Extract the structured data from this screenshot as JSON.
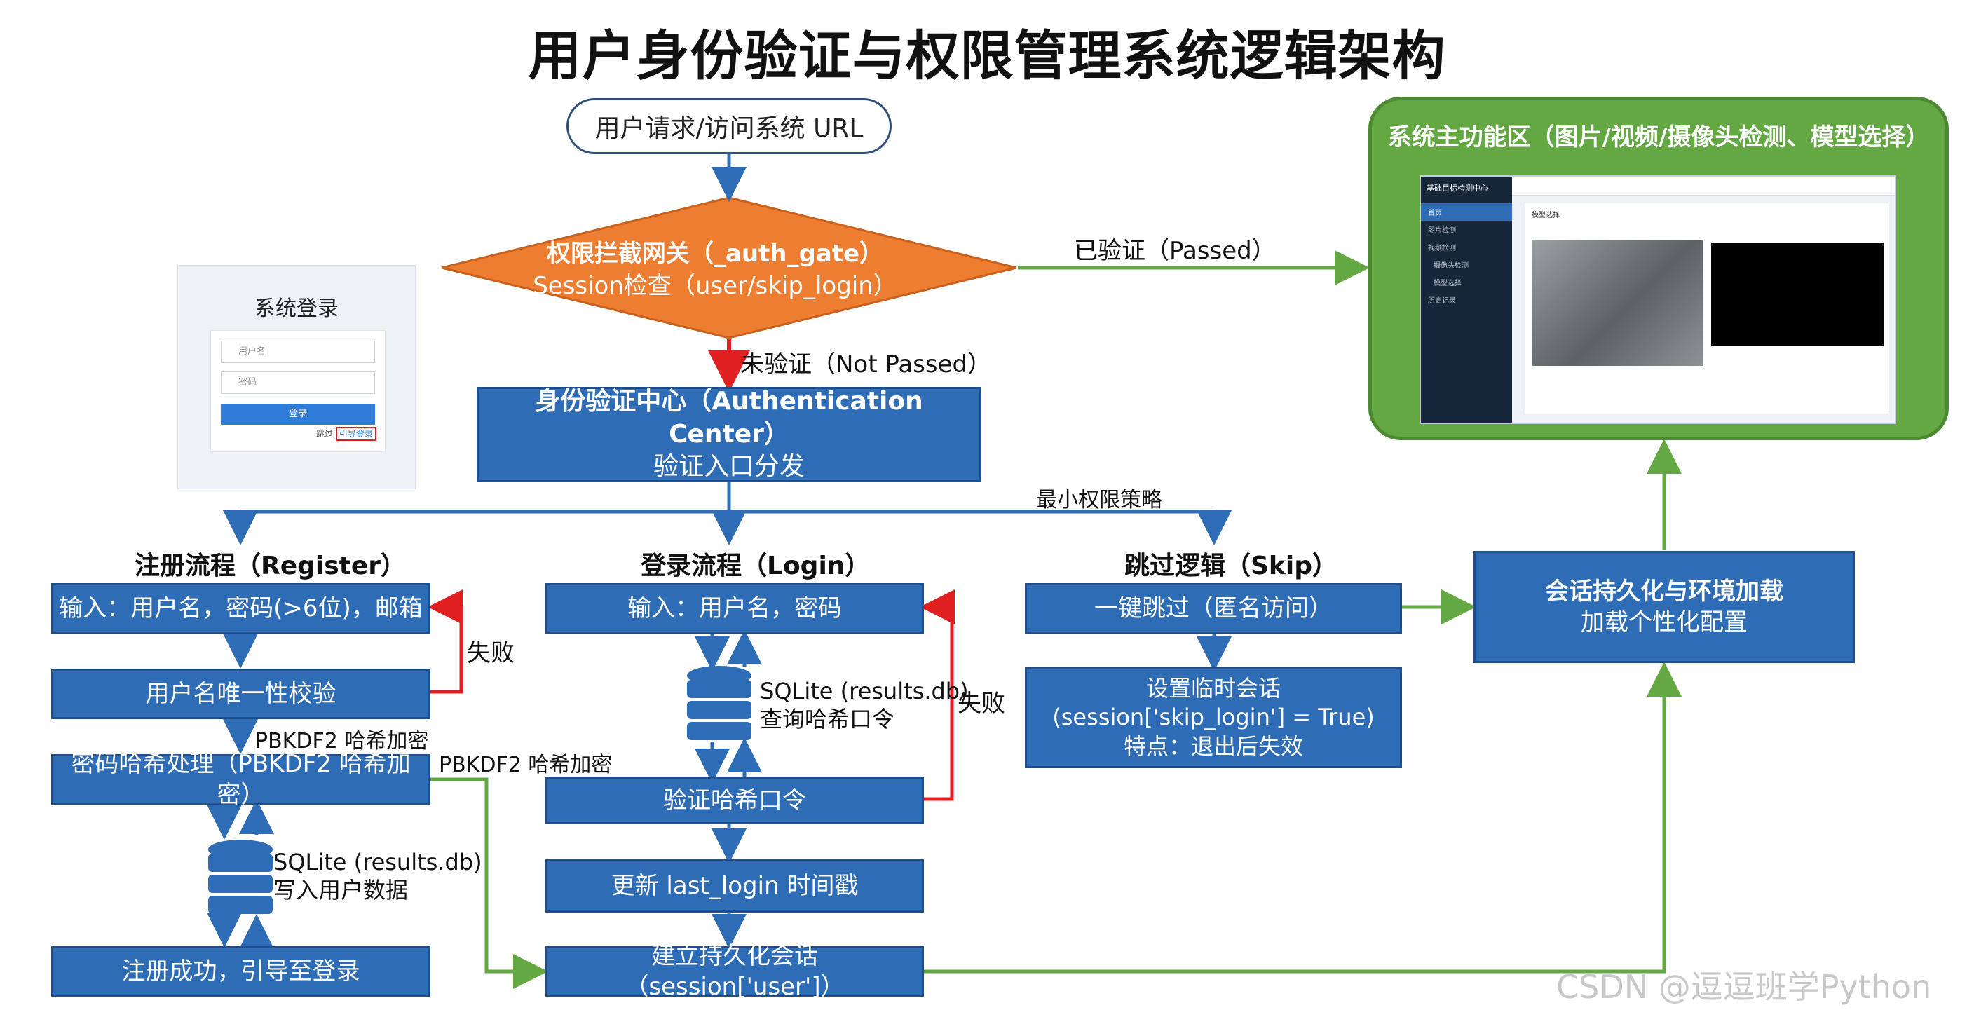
{
  "title": "用户身份验证与权限管理系统逻辑架构",
  "start": "用户请求/访问系统 URL",
  "gate": {
    "line1": "权限拦截网关（_auth_gate）",
    "line2": "Session检查（user/skip_login）"
  },
  "passed_label": "已验证（Passed）",
  "not_passed_label": "未验证（Not Passed）",
  "auth_center": {
    "line1": "身份验证中心（Authentication Center）",
    "line2": "验证入口分发"
  },
  "min_priv_label": "最小权限策略",
  "register": {
    "header": "注册流程（Register）",
    "input": "输入：用户名，密码(>6位)，邮箱",
    "check": "用户名唯一性校验",
    "hash_label": "PBKDF2 哈希加密",
    "hash": "密码哈希处理（PBKDF2 哈希加密）",
    "db_line1": "SQLite (results.db)",
    "db_line2": "写入用户数据",
    "success": "注册成功，引导至登录",
    "fail_label": "失败"
  },
  "login": {
    "header": "登录流程（Login）",
    "input": "输入：用户名，密码",
    "db_line1": "SQLite (results.db)",
    "db_line2": "查询哈希口令",
    "verify": "验证哈希口令",
    "update": "更新 last_login 时间戳",
    "session": "建立持久化会话（session['user']）",
    "fail_label": "失败"
  },
  "side_label": "PBKDF2 哈希加密",
  "skip": {
    "header": "跳过逻辑（Skip）",
    "one_click": "一键跳过（匿名访问）",
    "temp_line1": "设置临时会话",
    "temp_line2": "(session['skip_login'] = True)",
    "temp_line3": "特点：退出后失效"
  },
  "persist": {
    "line1": "会话持久化与环境加载",
    "line2": "加载个性化配置"
  },
  "main_area": {
    "title": "系统主功能区（图片/视频/摄像头检测、模型选择）",
    "app_name": "基础目标检测中心",
    "menu": [
      "首页",
      "图片检测",
      "视频检测",
      "摄像头检测",
      "模型选择",
      "历史记录"
    ],
    "panel_title": "模型选择"
  },
  "login_preview": {
    "title": "系统登录",
    "username_placeholder": "用户名",
    "password_placeholder": "密码",
    "button": "登录",
    "skip_prefix": "跳过",
    "skip_link": "引导登录"
  },
  "watermark": "CSDN @逗逗班学Python",
  "colors": {
    "box_blue": "#2e6cb5",
    "gate_orange": "#ed7d31",
    "arrow_blue": "#2e6cb5",
    "arrow_red": "#e02020",
    "arrow_green": "#64a844"
  }
}
